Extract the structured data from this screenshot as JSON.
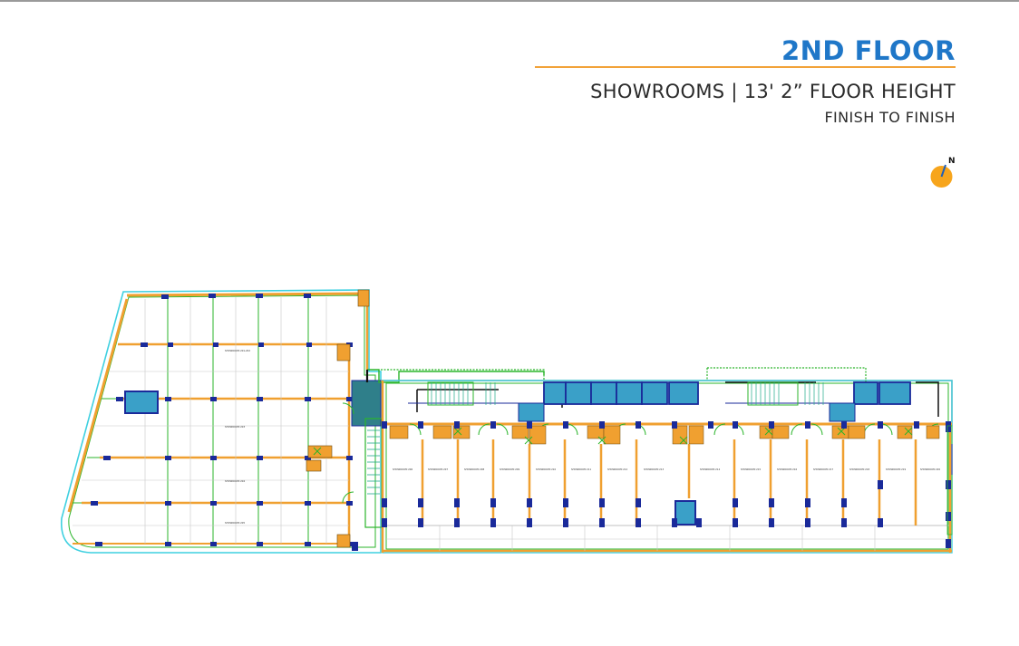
{
  "header": {
    "title": "2ND FLOOR",
    "subtitle": "SHOWROOMS | 13' 2” FLOOR HEIGHT",
    "subtitle2": "FINISH TO FINISH"
  },
  "compass": {
    "label": "N",
    "color": "#f7a51c"
  },
  "colors": {
    "title": "#1f77c8",
    "accent": "#f2a33a",
    "wall": "#f0a030",
    "column": "#1a2a9a",
    "outline_cyan": "#3fd0e0",
    "grid_green": "#2bb52b",
    "lift_fill": "#3aa0c8",
    "stair_fill": "#1faa88",
    "core_fill": "#2f7f8a"
  }
}
